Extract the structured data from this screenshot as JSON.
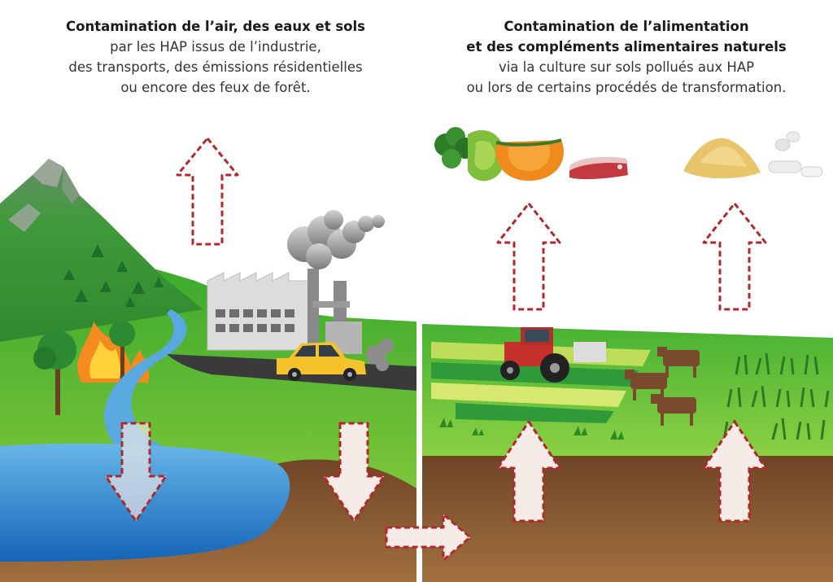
{
  "left_panel": {
    "title": "Contamination de l’air, des eaux et sols",
    "lines": [
      "par les HAP issus de l’industrie,",
      "des transports, des émissions résidentielles",
      "ou encore des feux de forêt."
    ]
  },
  "right_panel": {
    "title_lines": [
      "Contamination de l’alimentation",
      "et des compléments alimentaires naturels"
    ],
    "lines": [
      "via la culture sur sols pollués aux HAP",
      "ou lors de certains procédés de transformation."
    ]
  },
  "colors": {
    "arrow_dash": "#b3262b",
    "arrow_fill": "#f6ebe6",
    "grass": "#3fae2a",
    "soil": "#8a5a33",
    "water": "#1e88d0",
    "sky": "#ffffff"
  },
  "icons": [
    "mountain-icon",
    "forest-fire-icon",
    "river-icon",
    "lake-icon",
    "factory-icon",
    "smoke-icon",
    "car-icon",
    "tractor-icon",
    "crop-field-icon",
    "cow-icon",
    "wheat-icon",
    "vegetables-icon",
    "meat-icon",
    "powder-icon",
    "capsule-icon"
  ]
}
